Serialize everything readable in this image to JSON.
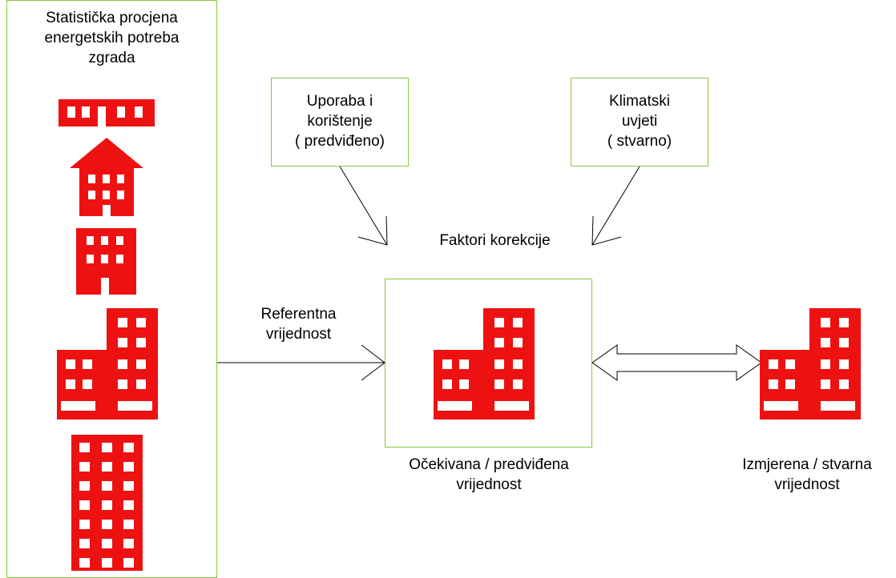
{
  "colors": {
    "box_border": "#8dc63f",
    "building": "#ee1111",
    "window": "#ffffff",
    "line": "#000000"
  },
  "labels": {
    "statistical_title": [
      "Statistička procjena",
      "energetskih potreba",
      "zgrada"
    ],
    "usage_box": [
      "Uporaba i",
      "korištenje",
      "( predviđeno)"
    ],
    "climate_box": [
      "Klimatski",
      "uvjeti",
      "( stvarno)"
    ],
    "correction_factors": "Faktori korekcije",
    "reference_value": [
      "Referentna",
      "vrijednost"
    ],
    "expected_value": [
      "Očekivana / predviđena",
      "vrijednost"
    ],
    "measured_value": [
      "Izmjerena / stvarna",
      "vrijednost"
    ]
  },
  "icons": {
    "left_column": [
      "low-rise-building-icon",
      "house-building-icon",
      "small-building-icon",
      "stepped-building-icon",
      "tower-building-icon"
    ],
    "center": "stepped-building-icon",
    "right": "stepped-building-icon",
    "relation": "double-arrow-icon"
  }
}
